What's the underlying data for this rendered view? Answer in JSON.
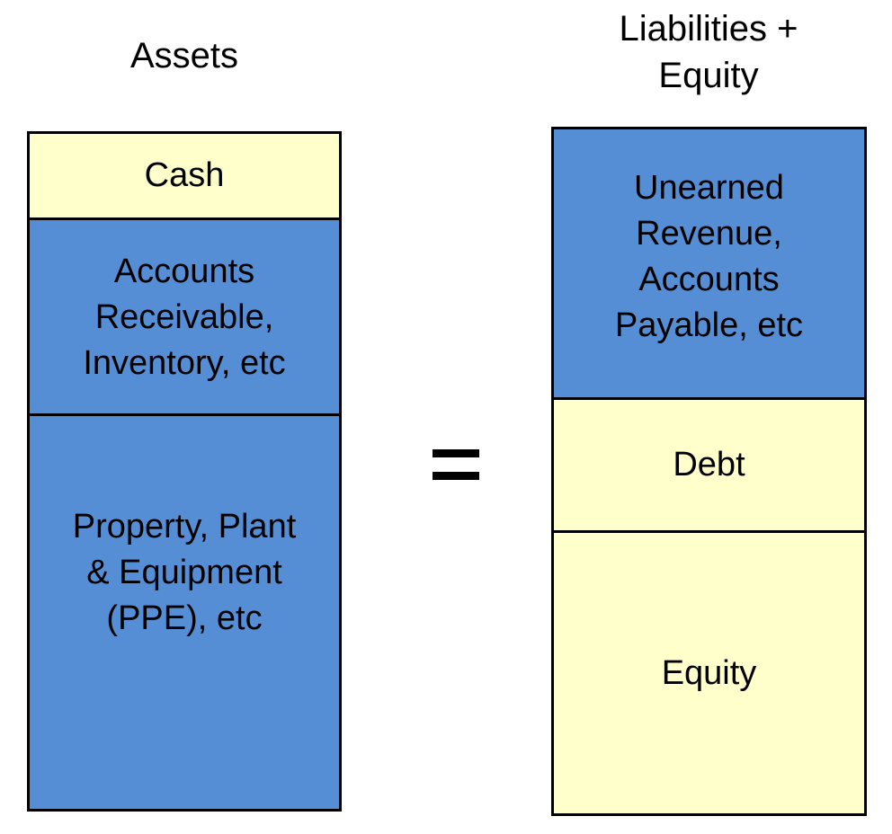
{
  "colors": {
    "yellow": "#ffffcc",
    "blue": "#558ed5",
    "border": "#000000"
  },
  "assets": {
    "heading": "Assets",
    "blocks": [
      {
        "label": "Cash",
        "color": "yellow"
      },
      {
        "label": "Accounts\nReceivable,\nInventory, etc",
        "color": "blue"
      },
      {
        "label": "Property, Plant\n& Equipment\n(PPE), etc",
        "color": "blue"
      }
    ]
  },
  "equals_symbol": "equals-icon",
  "liabilities_equity": {
    "heading": "Liabilities +\nEquity",
    "blocks": [
      {
        "label": "Unearned\nRevenue,\nAccounts\nPayable, etc",
        "color": "blue"
      },
      {
        "label": "Debt",
        "color": "yellow"
      },
      {
        "label": "Equity",
        "color": "yellow"
      }
    ]
  }
}
